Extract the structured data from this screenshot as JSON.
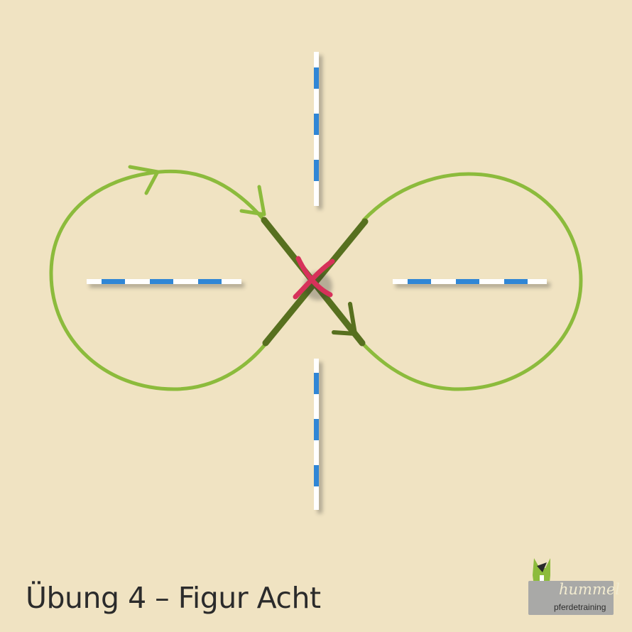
{
  "title": "Übung 4 – Figur Acht",
  "logo": {
    "name": "hummel",
    "subtitle": "pferdetraining"
  },
  "colors": {
    "background": "#f0e3c2",
    "path": "#8cbb3c",
    "path_dark": "#57701f",
    "cross": "#d7315a",
    "pole_blue": "#2f86d6",
    "pole_white": "#ffffff"
  }
}
